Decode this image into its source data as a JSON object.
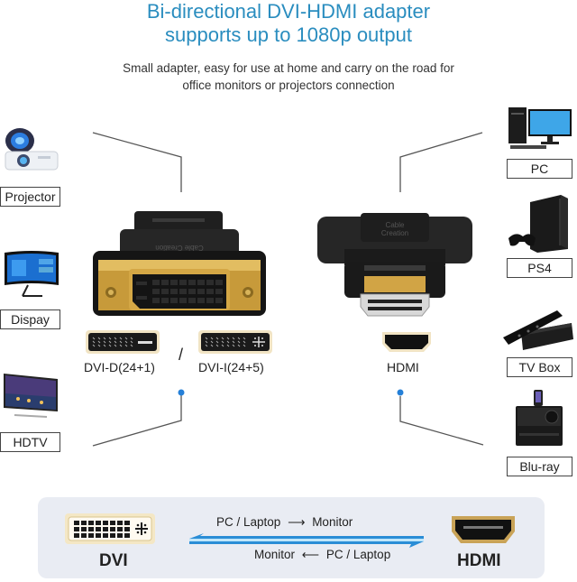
{
  "header": {
    "title_line1": "Bi-directional DVI-HDMI adapter",
    "title_line2": "supports up to 1080p output",
    "subtitle_line1": "Small adapter, easy for use at home and carry on the road for",
    "subtitle_line2": "office monitors or projectors connection",
    "title_color": "#2a8dbf"
  },
  "left_devices": [
    {
      "label": "Projector",
      "icon": "projector-icon"
    },
    {
      "label": "Dispay",
      "icon": "monitor-icon"
    },
    {
      "label": "HDTV",
      "icon": "tv-icon"
    }
  ],
  "right_devices": [
    {
      "label": "PC",
      "icon": "desktop-pc-icon"
    },
    {
      "label": "PS4",
      "icon": "game-console-icon"
    },
    {
      "label": "TV Box",
      "icon": "tv-box-icon"
    },
    {
      "label": "Blu-ray",
      "icon": "blu-ray-player-icon"
    }
  ],
  "ports": {
    "dvi_d": "DVI-D(24+1)",
    "separator": "/",
    "dvi_i": "DVI-I(24+5)",
    "hdmi": "HDMI"
  },
  "adapter_brand": "Cable Creation",
  "bottom_panel": {
    "left_label": "DVI",
    "right_label": "HDMI",
    "top_flow_from": "PC / Laptop",
    "top_flow_to": "Monitor",
    "bottom_flow_from": "PC / Laptop",
    "bottom_flow_to": "Monitor",
    "arrow_color": "#2a8dd6"
  }
}
